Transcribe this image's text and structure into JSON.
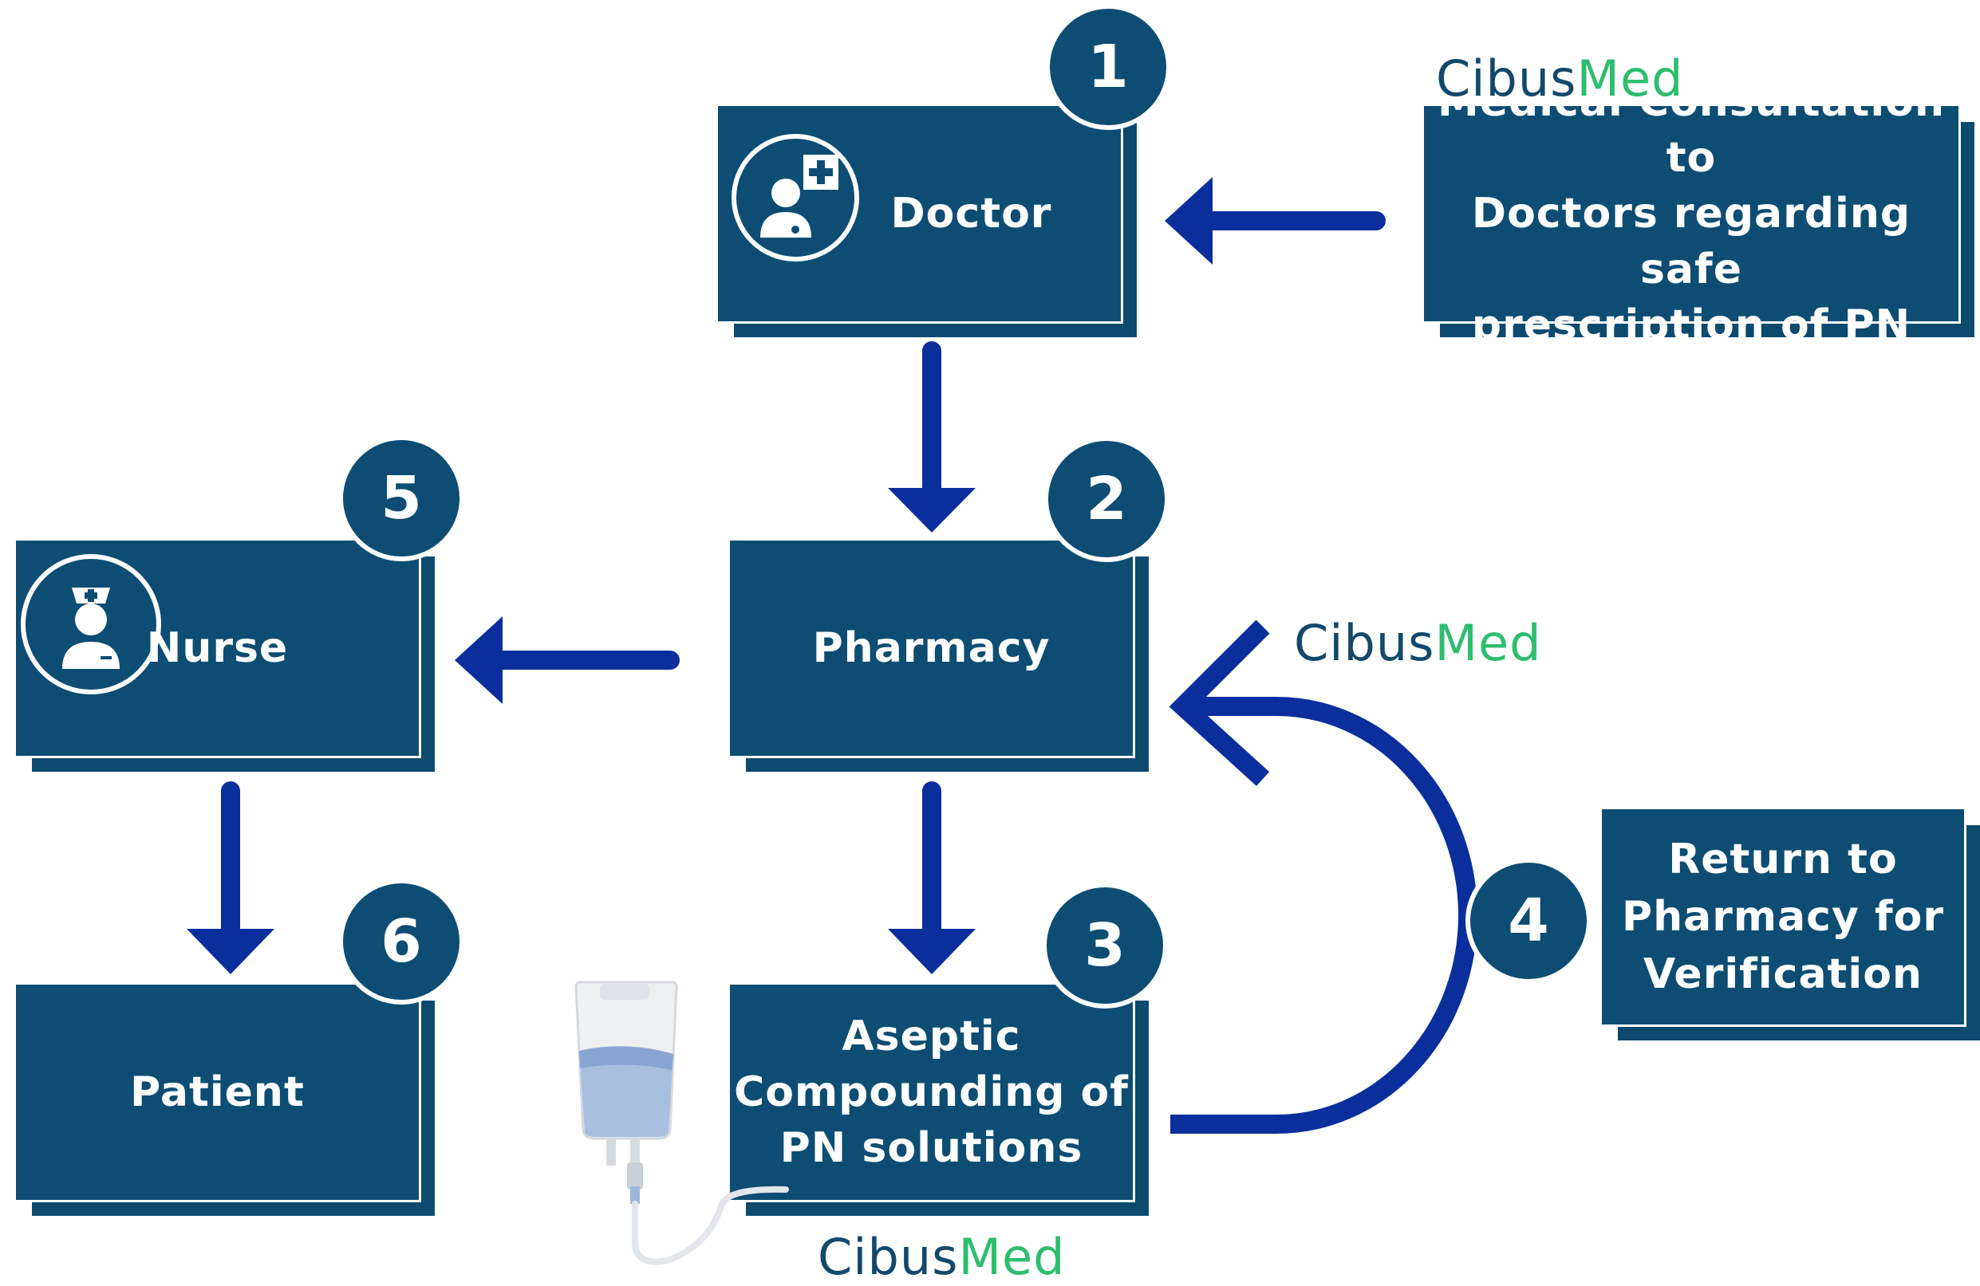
{
  "nodes": {
    "doctor": {
      "label": "Doctor",
      "step": "1"
    },
    "pharmacy": {
      "label": "Pharmacy",
      "step": "2"
    },
    "compounding": {
      "label_lines": [
        "Aseptic",
        "Compounding of",
        "PN solutions"
      ],
      "step": "3"
    },
    "return_pharmacy": {
      "label_lines": [
        "Return to",
        "Pharmacy for",
        "Verification"
      ],
      "step": "4"
    },
    "nurse": {
      "label": "Nurse",
      "step": "5"
    },
    "patient": {
      "label": "Patient",
      "step": "6"
    },
    "consultation": {
      "label_lines": [
        "Medical Consultation to",
        "Doctors regarding safe",
        "prescription of PN"
      ]
    }
  },
  "logos": [
    {
      "part1": "Cibus",
      "part2": "Med"
    },
    {
      "part1": "Cibus",
      "part2": "Med"
    },
    {
      "part1": "Cibus",
      "part2": "Med"
    }
  ],
  "colors": {
    "box": "#0d4d73",
    "arrow": "#0a2f9c",
    "logo_dark": "#12496b",
    "logo_green": "#2dbd6e"
  },
  "icons": [
    "doctor-icon",
    "nurse-icon",
    "iv-bag-icon"
  ]
}
